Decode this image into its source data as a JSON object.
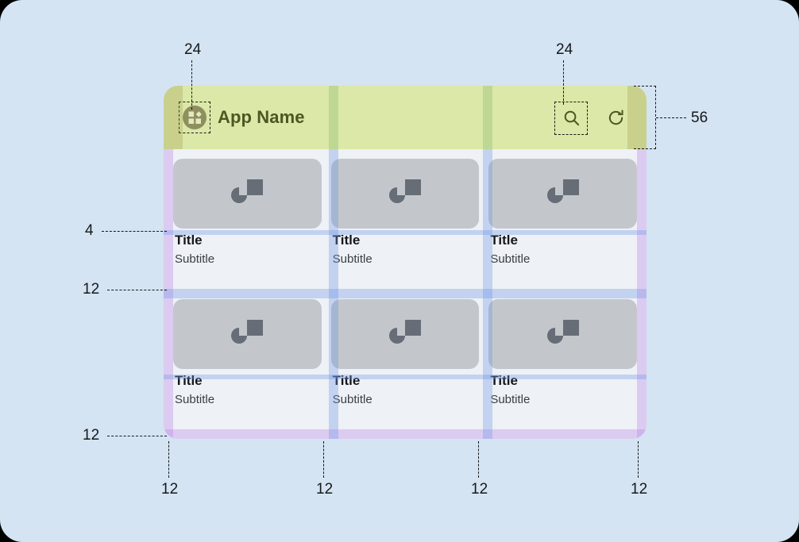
{
  "page": {
    "background_color": "#d4e4f2",
    "corner_radius": 28
  },
  "appbar": {
    "title": "App Name",
    "background_color": "#dbe8a8",
    "title_color": "#4e5622",
    "height": 56,
    "menu_icon": "app-grid-icon",
    "actions": [
      {
        "icon": "search-icon",
        "name": "search"
      },
      {
        "icon": "refresh-icon",
        "name": "refresh"
      }
    ]
  },
  "grid": {
    "columns": 3,
    "rows": 2,
    "thumb_placeholder_icon": "image-placeholder-icon",
    "cards": [
      {
        "title": "Title",
        "subtitle": "Subtitle"
      },
      {
        "title": "Title",
        "subtitle": "Subtitle"
      },
      {
        "title": "Title",
        "subtitle": "Subtitle"
      },
      {
        "title": "Title",
        "subtitle": "Subtitle"
      },
      {
        "title": "Title",
        "subtitle": "Subtitle"
      },
      {
        "title": "Title",
        "subtitle": "Subtitle"
      }
    ]
  },
  "annotations": {
    "menu_padding": "24",
    "search_padding": "24",
    "appbar_height": "56",
    "title_gap": "4",
    "row_gap": "12",
    "bottom_padding": "12",
    "bottom_columns": [
      "12",
      "12",
      "12",
      "12"
    ]
  },
  "overlay_colors": {
    "content_padding": "#ba80e8",
    "gutter": "#6c96e8",
    "appbar_padding": "#968c3c",
    "appbar_gutter": "#6eaa5a"
  }
}
